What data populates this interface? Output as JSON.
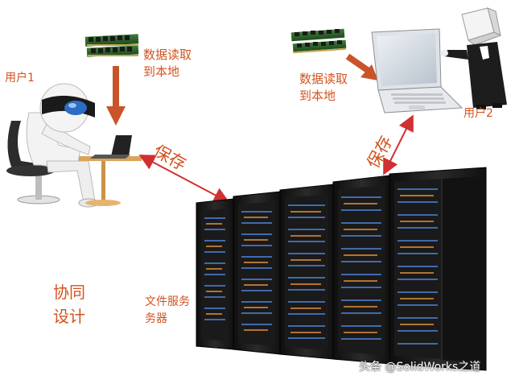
{
  "labels": {
    "user1": "用户1",
    "user2": "用户2",
    "read_local_left": "数据读取\n到本地",
    "read_local_right": "数据读取\n到本地",
    "save_left": "保存",
    "save_right": "保存",
    "collab_design": "协同\n设计",
    "file_server": "文件服务\n务器"
  },
  "watermark": "头条 @SolidWorks之道",
  "colors": {
    "label_text": "#d2531f",
    "download_arrow": "#c9542a",
    "save_arrow": "#d03030",
    "server_body": "#1b1b1b",
    "server_led_blue": "#4b7fd0",
    "server_led_orange": "#d98a3a"
  },
  "icons": [
    "ram-stick-icon",
    "down-arrow-icon",
    "double-arrow-icon",
    "person-at-laptop-icon",
    "laptop-icon",
    "server-rack-icon"
  ]
}
